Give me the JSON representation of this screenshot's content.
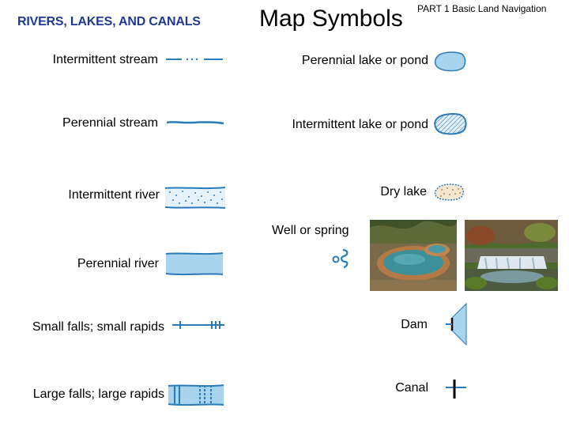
{
  "header": {
    "section_title": "RIVERS, LAKES, AND CANALS",
    "title": "Map Symbols",
    "part_label": "PART 1  Basic Land Navigation"
  },
  "left_symbols": [
    {
      "label": "Intermittent stream",
      "icon": "intermittent-stream-symbol"
    },
    {
      "label": "Perennial stream",
      "icon": "perennial-stream-symbol"
    },
    {
      "label": "Intermittent river",
      "icon": "intermittent-river-symbol"
    },
    {
      "label": "Perennial river",
      "icon": "perennial-river-symbol"
    },
    {
      "label": "Small falls; small rapids",
      "icon": "small-falls-symbol"
    },
    {
      "label": "Large falls; large rapids",
      "icon": "large-falls-symbol"
    }
  ],
  "right_symbols": [
    {
      "label": "Perennial lake or pond",
      "icon": "perennial-lake-symbol"
    },
    {
      "label": "Intermittent lake or pond",
      "icon": "intermittent-lake-symbol"
    },
    {
      "label": "Dry lake",
      "icon": "dry-lake-symbol"
    },
    {
      "label": "Well or spring",
      "icon": "well-spring-symbol"
    },
    {
      "label": "Dam",
      "icon": "dam-symbol"
    },
    {
      "label": "Canal",
      "icon": "canal-symbol"
    }
  ],
  "colors": {
    "water_fill": "#a9d4ee",
    "water_line": "#2b7bb9",
    "section_title": "#1f3a93"
  }
}
